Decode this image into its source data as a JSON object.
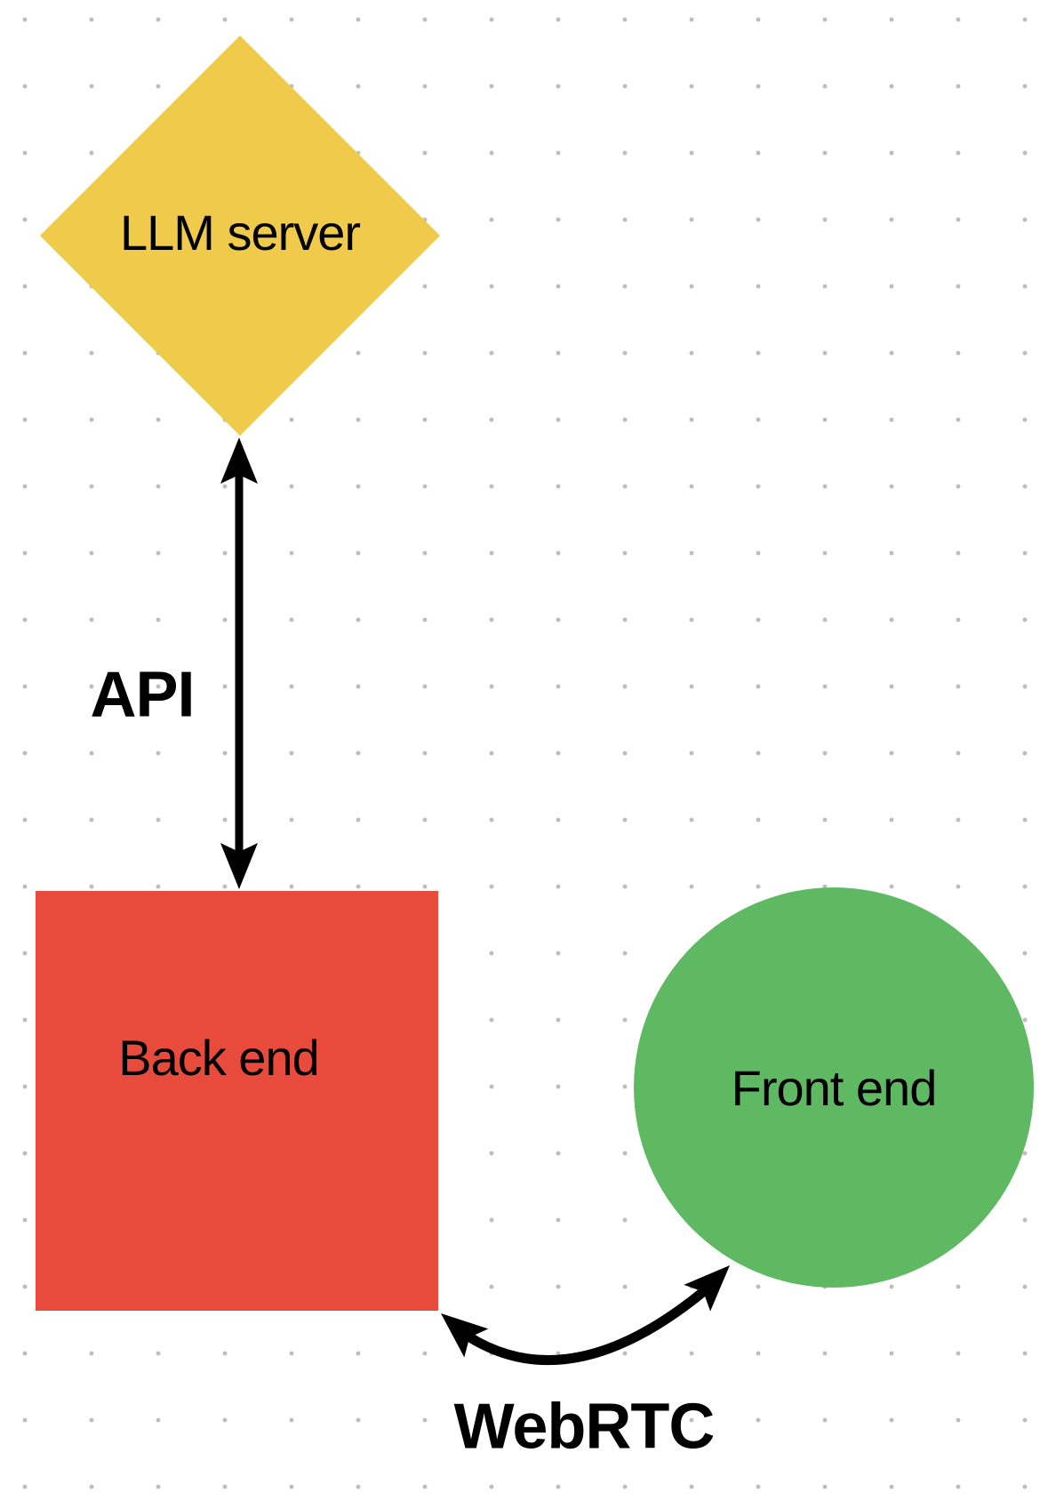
{
  "diagram": {
    "canvas_background": "#ffffff",
    "dot_grid_color": "#bdbdbd",
    "nodes": [
      {
        "label": "LLM server",
        "shape": "diamond",
        "fill": "#f0ca4b",
        "text_color": "#000000"
      },
      {
        "label": "Back end",
        "shape": "square",
        "fill": "#e84a3c",
        "text_color": "#000000"
      },
      {
        "label": "Front end",
        "shape": "circle",
        "fill": "#5eb962",
        "text_color": "#000000"
      }
    ],
    "edges": [
      {
        "label": "API",
        "from": "LLM server",
        "to": "Back end",
        "style": "straight-double-arrow",
        "color": "#000000"
      },
      {
        "label": "WebRTC",
        "from": "Back end",
        "to": "Front end",
        "style": "curved-double-arrow",
        "color": "#000000"
      }
    ]
  }
}
